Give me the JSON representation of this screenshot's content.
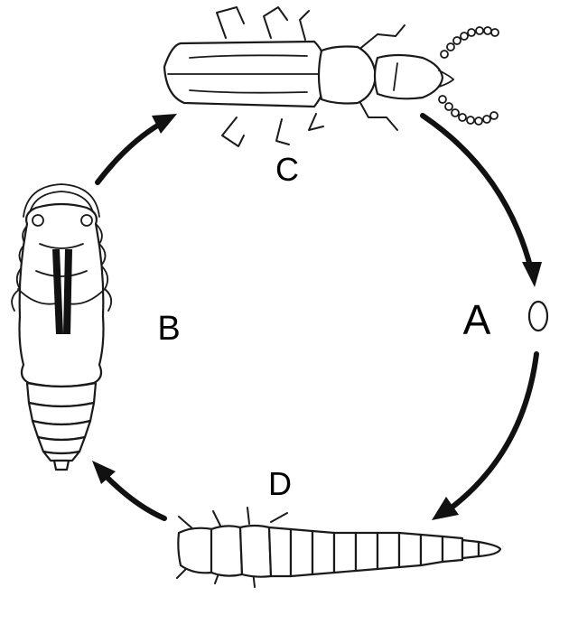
{
  "diagram": {
    "labels": {
      "a": "A",
      "b": "B",
      "c": "C",
      "d": "D"
    },
    "colors": {
      "stroke": "#1a1a1a",
      "fill": "#ffffff",
      "arrow": "#111111",
      "dark_marks": "#111111"
    }
  }
}
